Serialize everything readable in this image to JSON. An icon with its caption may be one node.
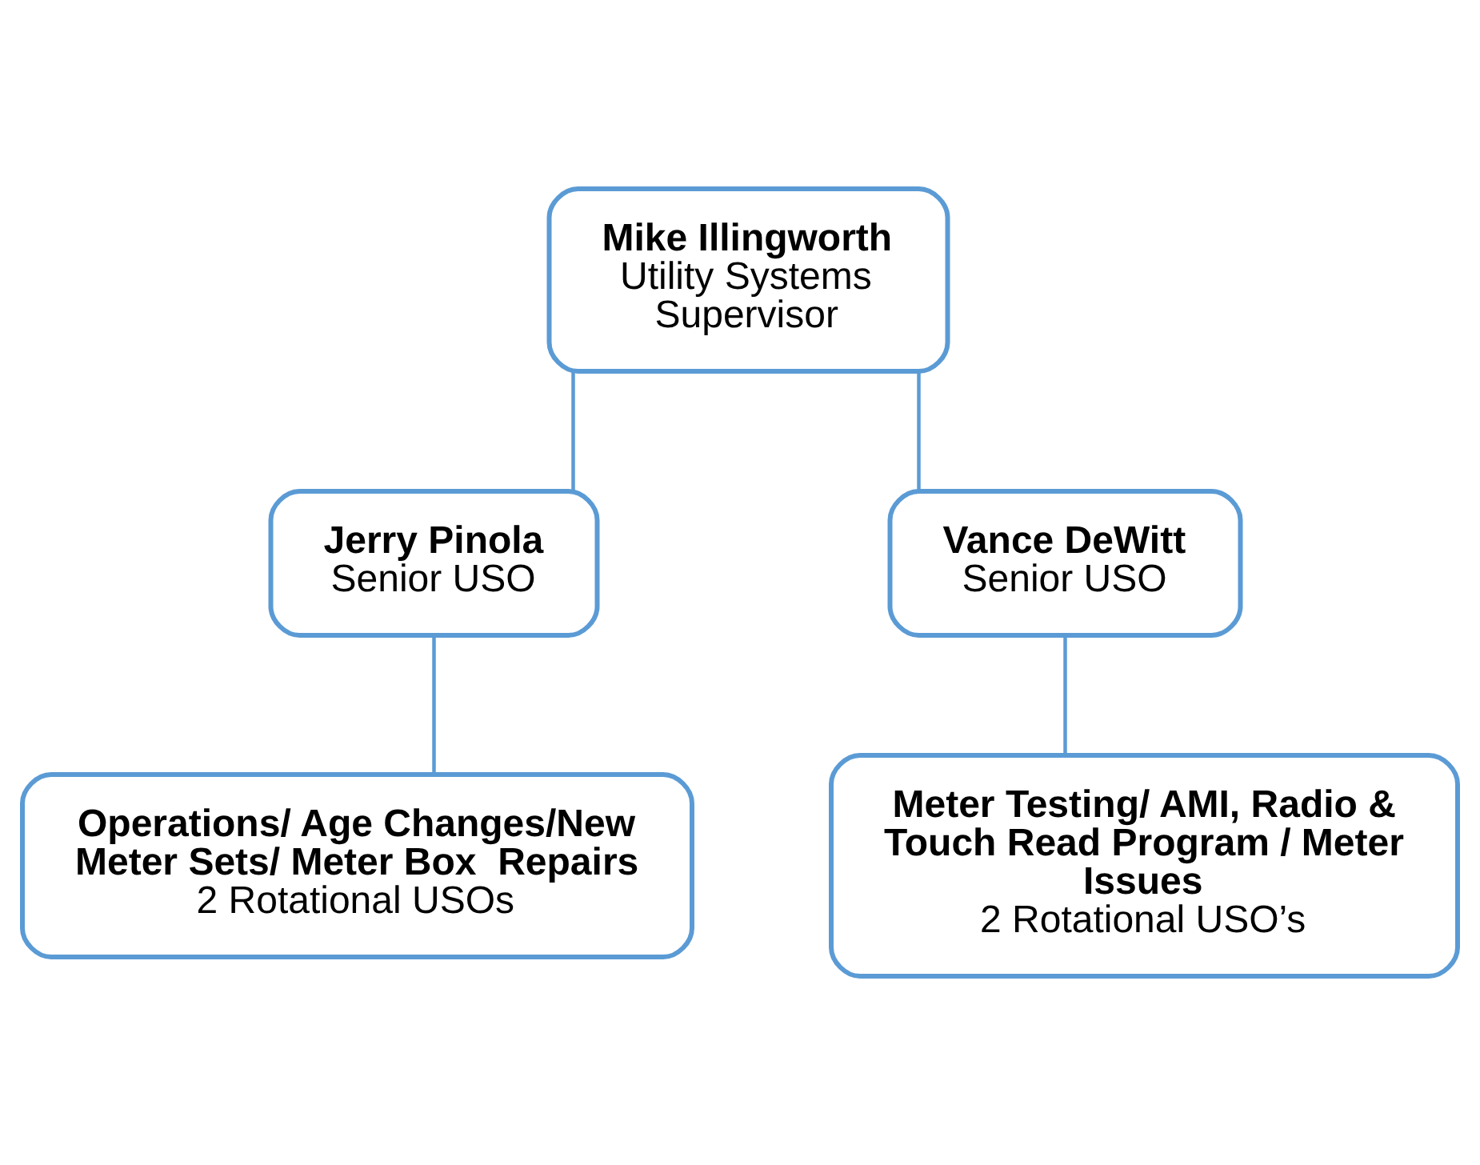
{
  "diagram": {
    "nodes": [
      {
        "text": [
          "Mike Illingworth",
          "Utility Systems Supervisor"
        ]
      },
      {
        "text": [
          "Jerry Pinola",
          "Senior USO"
        ]
      },
      {
        "text": [
          "Vance DeWitt",
          "Senior USO"
        ]
      },
      {
        "text": [
          "Operations/ Age Changes/New Meter Sets/ Meter Box  Repairs",
          "2 Rotational USOs"
        ]
      },
      {
        "text": [
          "Meter Testing/ AMI, Radio & Touch Read Program / Meter Issues",
          "2 Rotational USO’s"
        ]
      }
    ],
    "edges": [
      {
        "from": 0,
        "to": 1,
        "arrow": "none"
      },
      {
        "from": 0,
        "to": 2,
        "arrow": "none"
      },
      {
        "from": 1,
        "to": 3,
        "arrow": "none"
      },
      {
        "from": 2,
        "to": 4,
        "arrow": "none"
      }
    ]
  }
}
